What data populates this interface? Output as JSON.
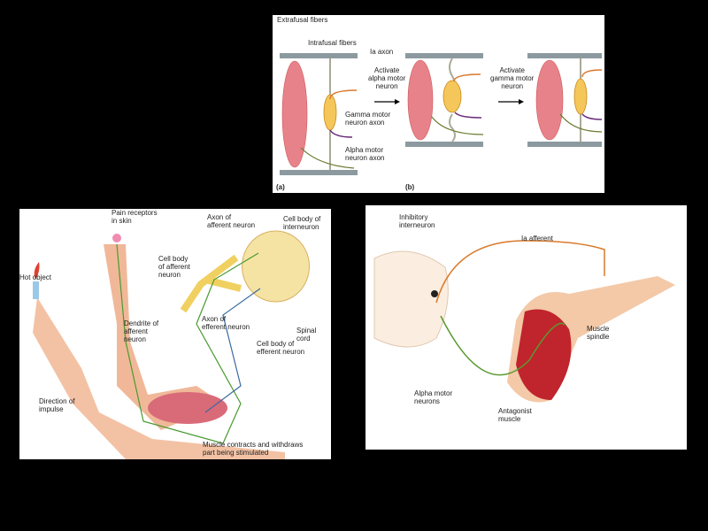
{
  "spindle_diagram": {
    "labels": {
      "extrafusal": "Extrafusal fibers",
      "intrafusal": "Intrafusal fibers",
      "ia_axon": "Ia axon",
      "gamma_axon": "Gamma motor\nneuron axon",
      "alpha_axon": "Alpha motor\nneuron axon",
      "activate_alpha": "Activate\nalpha motor\nneuron",
      "activate_gamma": "Activate\ngamma motor\nneuron",
      "part_a": "(a)",
      "part_b": "(b)"
    }
  },
  "reflex_diagram": {
    "labels": {
      "pain": "Pain receptors\nin skin",
      "hot": "Hot object",
      "axon_aff": "Axon of\nafferent neuron",
      "cell_inter": "Cell body of\ninterneuron",
      "cell_aff": "Cell body\nof afferent\nneuron",
      "dendrite": "Dendrite of\nafferent\nneuron",
      "axon_eff": "Axon of\nefferent neuron",
      "spinal": "Spinal cord",
      "cell_eff": "Cell body of\nefferent neuron",
      "direction": "Direction of\nimpulse",
      "muscle": "Muscle contracts and withdraws\npart being stimulated"
    }
  },
  "stretch_diagram": {
    "labels": {
      "inhibitory": "Inhibitory\ninterneuron",
      "ia_afferent": "Ia afferent",
      "spindle": "Muscle\nspindle",
      "alpha": "Alpha motor\nneurons",
      "antagonist": "Antagonist\nmuscle"
    }
  }
}
